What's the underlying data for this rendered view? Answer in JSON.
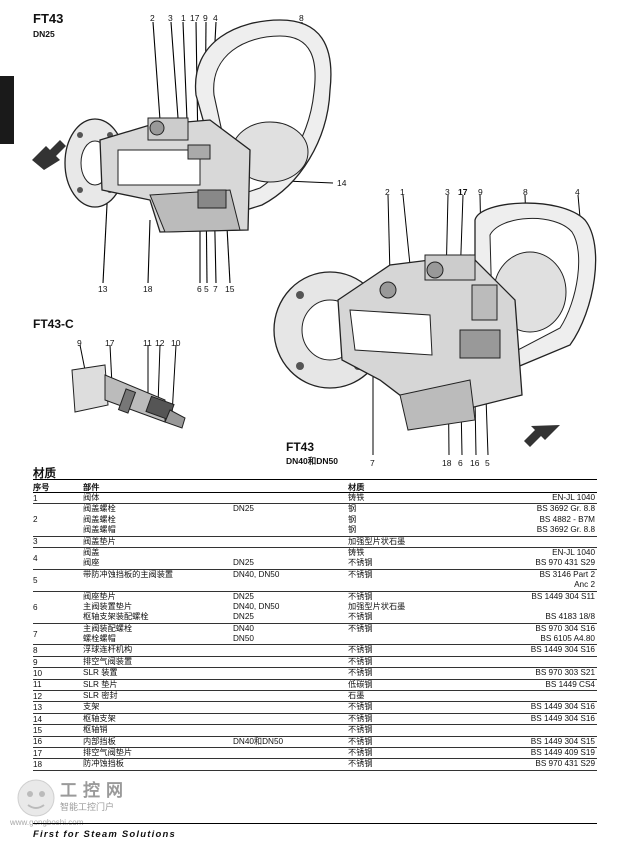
{
  "figure1": {
    "title": "FT43",
    "subtitle": "DN25",
    "callouts_top": [
      "2",
      "3",
      "1",
      "17",
      "9",
      "4",
      "8"
    ],
    "callout_right": "14",
    "callouts_bottom_left": [
      "13",
      "18"
    ],
    "callouts_bottom_right": [
      "6",
      "5",
      "7",
      "15"
    ]
  },
  "figure2": {
    "title": "FT43-C",
    "callouts": [
      "9",
      "17",
      "11",
      "12",
      "10"
    ]
  },
  "figure3": {
    "title": "FT43",
    "subtitle": "DN40和DN50",
    "callouts_top_left": [
      "2",
      "1"
    ],
    "callouts_top_mid": [
      "3",
      "17",
      "9"
    ],
    "callouts_top_right": [
      "8",
      "4"
    ],
    "callout_left_bottom": "7",
    "callouts_bottom": [
      "18",
      "6",
      "16",
      "5"
    ]
  },
  "materials": {
    "title": "材质",
    "headers": {
      "no": "序号",
      "part": "部件",
      "material": "材质"
    },
    "groups": [
      {
        "no": "1",
        "rows": [
          {
            "part": "阀体",
            "size": "",
            "material": "铸铁",
            "spec": "EN-JL 1040"
          }
        ]
      },
      {
        "no": "2",
        "rows": [
          {
            "part": "阀盖螺栓",
            "size": "DN25",
            "material": "钢",
            "spec": "BS 3692 Gr. 8.8"
          },
          {
            "part": "阀盖螺栓",
            "size": "",
            "material": "钢",
            "spec": "BS 4882 - B7M"
          },
          {
            "part": "阀盖螺帽",
            "size": "",
            "material": "钢",
            "spec": "BS 3692 Gr. 8.8"
          }
        ]
      },
      {
        "no": "3",
        "rows": [
          {
            "part": "阀盖垫片",
            "size": "",
            "material": "加强型片状石墨",
            "spec": ""
          }
        ]
      },
      {
        "no": "4",
        "rows": [
          {
            "part": "阀盖",
            "size": "",
            "material": "铸铁",
            "spec": "EN-JL 1040"
          },
          {
            "part": "阀座",
            "size": "DN25",
            "material": "不锈钢",
            "spec": "BS 970 431 S29"
          }
        ]
      },
      {
        "no": "5",
        "rows": [
          {
            "part": "带防冲蚀挡板的主阀装置",
            "size": "DN40, DN50",
            "material": "不锈钢",
            "spec": "BS 3146 Part 2"
          },
          {
            "part": "",
            "size": "",
            "material": "",
            "spec": "Anc 2"
          }
        ]
      },
      {
        "no": "6",
        "rows": [
          {
            "part": "阀座垫片",
            "size": "DN25",
            "material": "不锈钢",
            "spec": "BS 1449 304 S11"
          },
          {
            "part": "主阀装置垫片",
            "size": "DN40, DN50",
            "material": "加强型片状石墨",
            "spec": ""
          },
          {
            "part": "枢轴支架装配螺栓",
            "size": "DN25",
            "material": "不锈钢",
            "spec": "BS 4183 18/8"
          }
        ]
      },
      {
        "no": "7",
        "rows": [
          {
            "part": "主阀装配螺栓",
            "size": "DN40",
            "material": "不锈钢",
            "spec": "BS 970 304 S16"
          },
          {
            "part": "螺栓螺帽",
            "size": "DN50",
            "material": "",
            "spec": "BS 6105 A4.80"
          }
        ]
      },
      {
        "no": "8",
        "rows": [
          {
            "part": "浮球连杆机构",
            "size": "",
            "material": "不锈钢",
            "spec": "BS 1449 304 S16"
          }
        ]
      },
      {
        "no": "9",
        "rows": [
          {
            "part": "排空气阀装置",
            "size": "",
            "material": "不锈钢",
            "spec": ""
          }
        ]
      },
      {
        "no": "10",
        "rows": [
          {
            "part": "SLR 装置",
            "size": "",
            "material": "不锈钢",
            "spec": "BS 970 303 S21"
          }
        ]
      },
      {
        "no": "11",
        "rows": [
          {
            "part": "SLR 垫片",
            "size": "",
            "material": "低碳钢",
            "spec": "BS 1449 CS4"
          }
        ]
      },
      {
        "no": "12",
        "rows": [
          {
            "part": "SLR 密封",
            "size": "",
            "material": "石墨",
            "spec": ""
          }
        ]
      },
      {
        "no": "13",
        "rows": [
          {
            "part": "支架",
            "size": "",
            "material": "不锈钢",
            "spec": "BS 1449 304 S16"
          }
        ]
      },
      {
        "no": "14",
        "rows": [
          {
            "part": "枢轴支架",
            "size": "",
            "material": "不锈钢",
            "spec": "BS 1449 304 S16"
          }
        ]
      },
      {
        "no": "15",
        "rows": [
          {
            "part": "枢轴销",
            "size": "",
            "material": "不锈钢",
            "spec": ""
          }
        ]
      },
      {
        "no": "16",
        "rows": [
          {
            "part": "内部挡板",
            "size": "DN40和DN50",
            "material": "不锈钢",
            "spec": "BS 1449 304 S15"
          }
        ]
      },
      {
        "no": "17",
        "rows": [
          {
            "part": "排空气阀垫片",
            "size": "",
            "material": "不锈钢",
            "spec": "BS 1449 409 S19"
          }
        ]
      },
      {
        "no": "18",
        "rows": [
          {
            "part": "防冲蚀挡板",
            "size": "",
            "material": "不锈钢",
            "spec": "BS 970 431 S29"
          }
        ]
      }
    ]
  },
  "watermark": {
    "brand": "工控网",
    "slogan": "智能工控门户",
    "url": "www.gongboshi.com"
  },
  "footer": "First for Steam Solutions"
}
